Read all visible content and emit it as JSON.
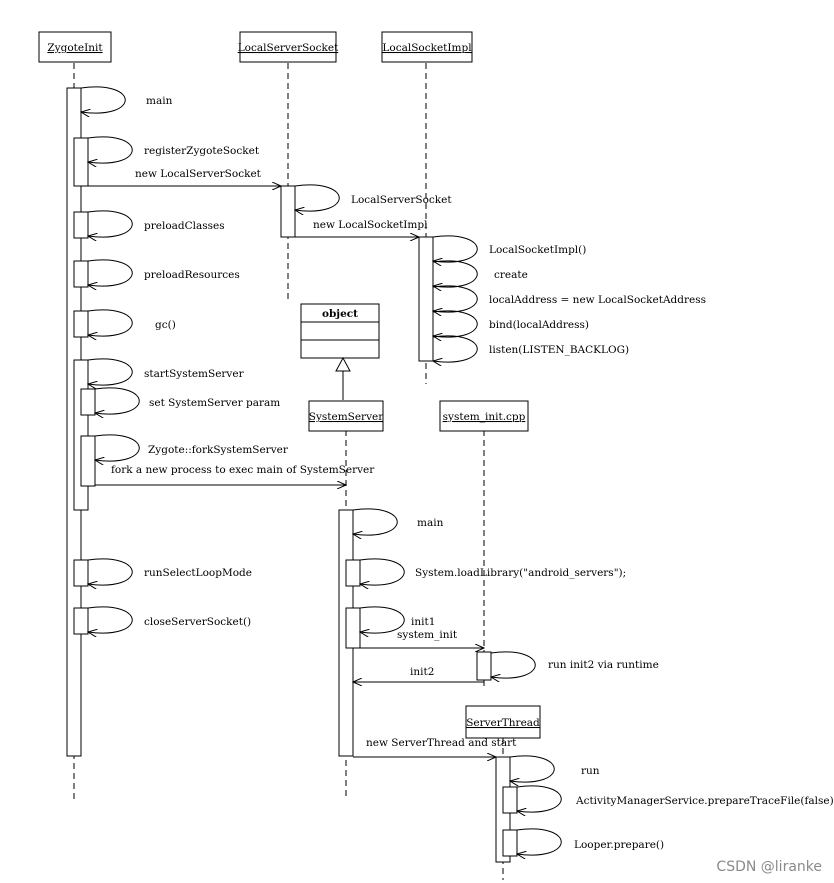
{
  "participants": {
    "zygote_init": "ZygoteInit",
    "local_server_socket": "LocalServerSocket",
    "local_socket_impl": "LocalSocketImpl",
    "system_server": "SystemServer",
    "system_init_cpp": "system_init.cpp",
    "server_thread": "ServerThread"
  },
  "class_box": {
    "title": "object"
  },
  "messages": {
    "main": "main",
    "register_zygote_socket": "registerZygoteSocket",
    "new_local_server_socket": "new LocalServerSocket",
    "local_server_socket_ctor": "LocalServerSocket",
    "new_local_socket_impl": "new LocalSocketImpl",
    "local_socket_impl_ctor": "LocalSocketImpl()",
    "create": "create",
    "local_address": "localAddress = new LocalSocketAddress",
    "bind": "bind(localAddress)",
    "listen": "listen(LISTEN_BACKLOG)",
    "preload_classes": "preloadClasses",
    "preload_resources": "preloadResources",
    "gc": "gc()",
    "start_system_server": "startSystemServer",
    "set_system_server_param": "set SystemServer param",
    "fork_system_server": "Zygote::forkSystemServer",
    "fork_new_process": "fork a new process to exec main of SystemServer",
    "ss_main": "main",
    "load_library": "System.loadLibrary(\"android_servers\");",
    "init1": "init1",
    "system_init": "system_init",
    "run_init2": "run init2 via runtime",
    "init2": "init2",
    "new_server_thread": "new ServerThread and start",
    "run_select_loop_mode": "runSelectLoopMode",
    "close_server_socket": "closeServerSocket()",
    "run": "run",
    "prepare_trace_file": "ActivityManagerService.prepareTraceFile(false)",
    "looper_prepare": "Looper.prepare()"
  },
  "watermark": "CSDN @liranke"
}
